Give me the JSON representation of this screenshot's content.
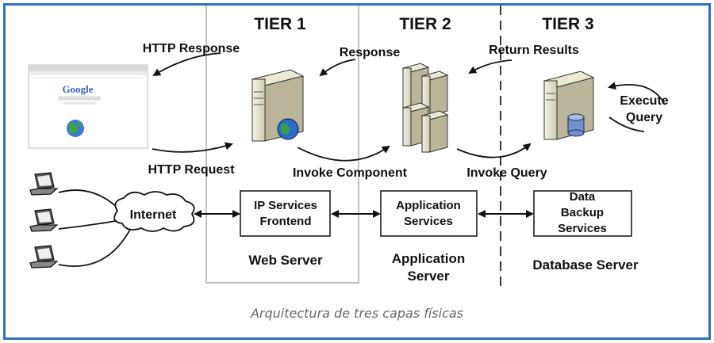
{
  "tiers": {
    "t1": "TIER 1",
    "t2": "TIER 2",
    "t3": "TIER 3"
  },
  "labels": {
    "http_response": "HTTP Response",
    "response": "Response",
    "return_results": "Return Results",
    "execute_query_l1": "Execute",
    "execute_query_l2": "Query",
    "http_request": "HTTP Request",
    "invoke_component": "Invoke Component",
    "invoke_query": "Invoke Query",
    "internet": "Internet"
  },
  "boxes": {
    "web_l1": "IP Services",
    "web_l2": "Frontend",
    "app_l1": "Application",
    "app_l2": "Services",
    "db_l1": "Data",
    "db_l2": "Backup",
    "db_l3": "Services"
  },
  "servers": {
    "web": "Web Server",
    "app_l1": "Application",
    "app_l2": "Server",
    "db": "Database Server"
  },
  "browser": {
    "logo": "Google"
  },
  "caption": "Arquitectura de tres capas físicas",
  "colors": {
    "frame": "#2f6fc3",
    "caption": "#666666"
  }
}
